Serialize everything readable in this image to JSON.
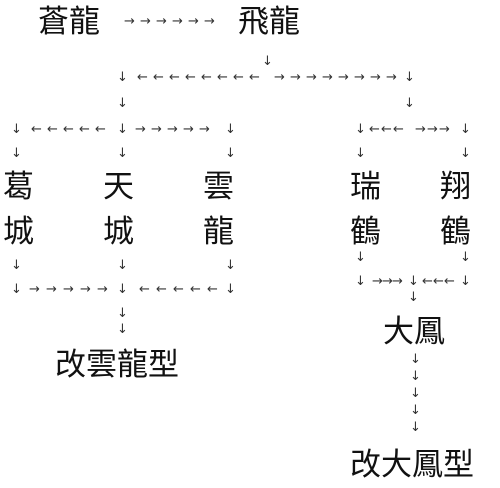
{
  "diagram": {
    "nodes": [
      {
        "id": "soryu",
        "label": "蒼龍"
      },
      {
        "id": "hiryu",
        "label": "飛龍"
      },
      {
        "id": "katsuragi_1",
        "label": "葛"
      },
      {
        "id": "katsuragi_2",
        "label": "城"
      },
      {
        "id": "amagi_1",
        "label": "天"
      },
      {
        "id": "amagi_2",
        "label": "城"
      },
      {
        "id": "unryu_1",
        "label": "雲"
      },
      {
        "id": "unryu_2",
        "label": "龍"
      },
      {
        "id": "zuikaku_1",
        "label": "瑞"
      },
      {
        "id": "zuikaku_2",
        "label": "鶴"
      },
      {
        "id": "shokaku_1",
        "label": "翔"
      },
      {
        "id": "shokaku_2",
        "label": "鶴"
      },
      {
        "id": "kai_unryu",
        "label": "改雲龍型"
      },
      {
        "id": "taiho",
        "label": "大鳳"
      },
      {
        "id": "kai_taiho",
        "label": "改大鳳型"
      }
    ],
    "arrow_glyphs": {
      "right": "→",
      "left": "←",
      "down": "↓"
    }
  }
}
